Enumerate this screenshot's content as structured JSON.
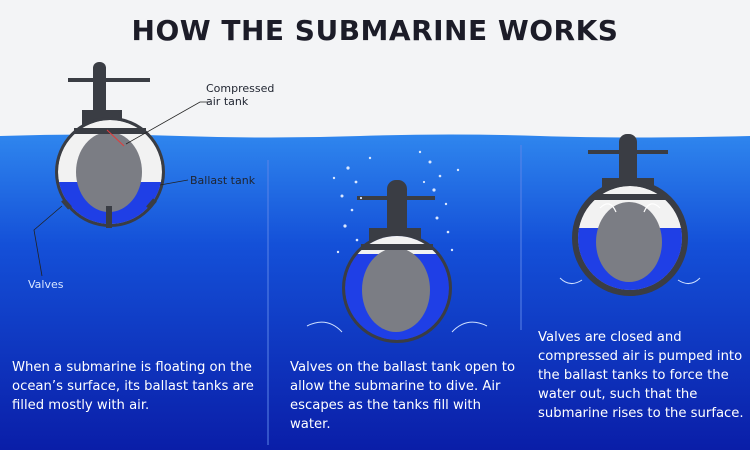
{
  "title": "HOW THE SUBMARINE WORKS",
  "labels": {
    "compressed_air_tank": "Compressed air tank",
    "ballast_tank": "Ballast tank",
    "valves": "Valves"
  },
  "panels": [
    {
      "description": "When a submarine is floating on the ocean’s surface, its ballast tanks are filled mostly with air."
    },
    {
      "description": "Valves on the ballast tank open to allow the submarine to dive. Air escapes as the tanks fill with water."
    },
    {
      "description": "Valves are closed and compressed air is pumped into the ballast tanks to force the water out, such that the submarine rises to the surface."
    }
  ],
  "colors": {
    "sky": "#f3f4f6",
    "water_top": "#2f86ee",
    "water_bottom": "#0a1ea8",
    "hull": "#3a3d44",
    "core": "#7b7d84",
    "ballast_water": "#1f3fe6",
    "air": "#f2f2f2",
    "divider": "#5b84e8"
  }
}
